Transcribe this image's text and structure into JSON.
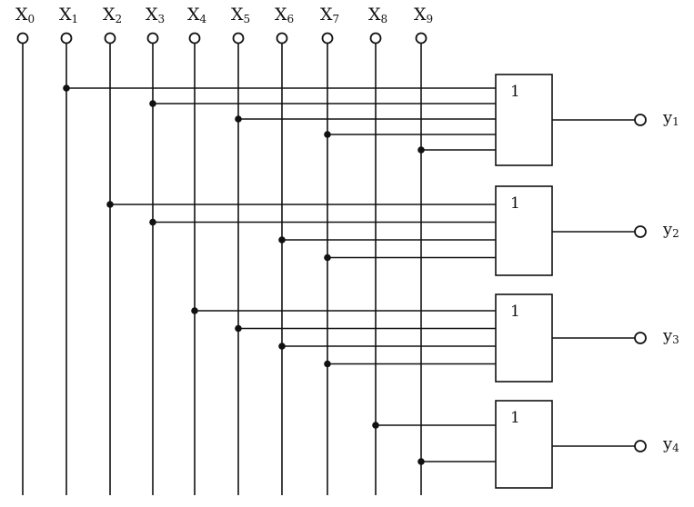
{
  "inputs": [
    {
      "main": "X",
      "sub": "0"
    },
    {
      "main": "X",
      "sub": "1"
    },
    {
      "main": "X",
      "sub": "2"
    },
    {
      "main": "X",
      "sub": "3"
    },
    {
      "main": "X",
      "sub": "4"
    },
    {
      "main": "X",
      "sub": "5"
    },
    {
      "main": "X",
      "sub": "6"
    },
    {
      "main": "X",
      "sub": "7"
    },
    {
      "main": "X",
      "sub": "8"
    },
    {
      "main": "X",
      "sub": "9"
    }
  ],
  "gates": [
    {
      "label": "1",
      "inputs": [
        1,
        3,
        5,
        7,
        9
      ]
    },
    {
      "label": "1",
      "inputs": [
        2,
        3,
        6,
        7
      ]
    },
    {
      "label": "1",
      "inputs": [
        4,
        5,
        6,
        7
      ]
    },
    {
      "label": "1",
      "inputs": [
        8,
        9
      ]
    }
  ],
  "outputs": [
    {
      "main": "y",
      "sub": "1"
    },
    {
      "main": "y",
      "sub": "2"
    },
    {
      "main": "y",
      "sub": "3"
    },
    {
      "main": "y",
      "sub": "4"
    }
  ]
}
